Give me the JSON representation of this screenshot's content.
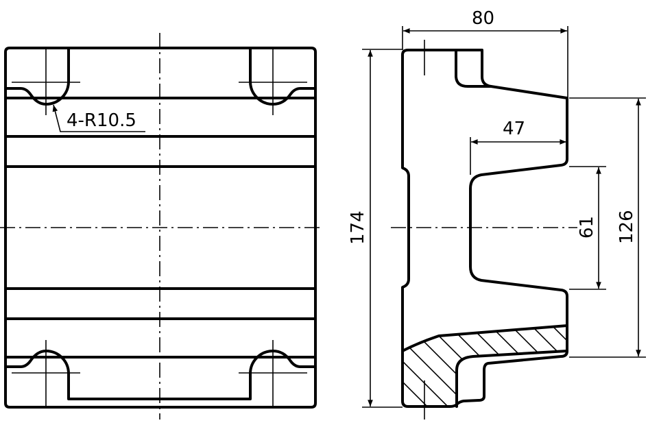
{
  "annotations": {
    "radius_label": "4-R10.5"
  },
  "dimensions": {
    "overall_width": "80",
    "overall_height": "174",
    "inner_width": "47",
    "inner_height": "61",
    "flange_height": "126"
  },
  "colors": {
    "line": "#000000",
    "background": "#ffffff"
  }
}
